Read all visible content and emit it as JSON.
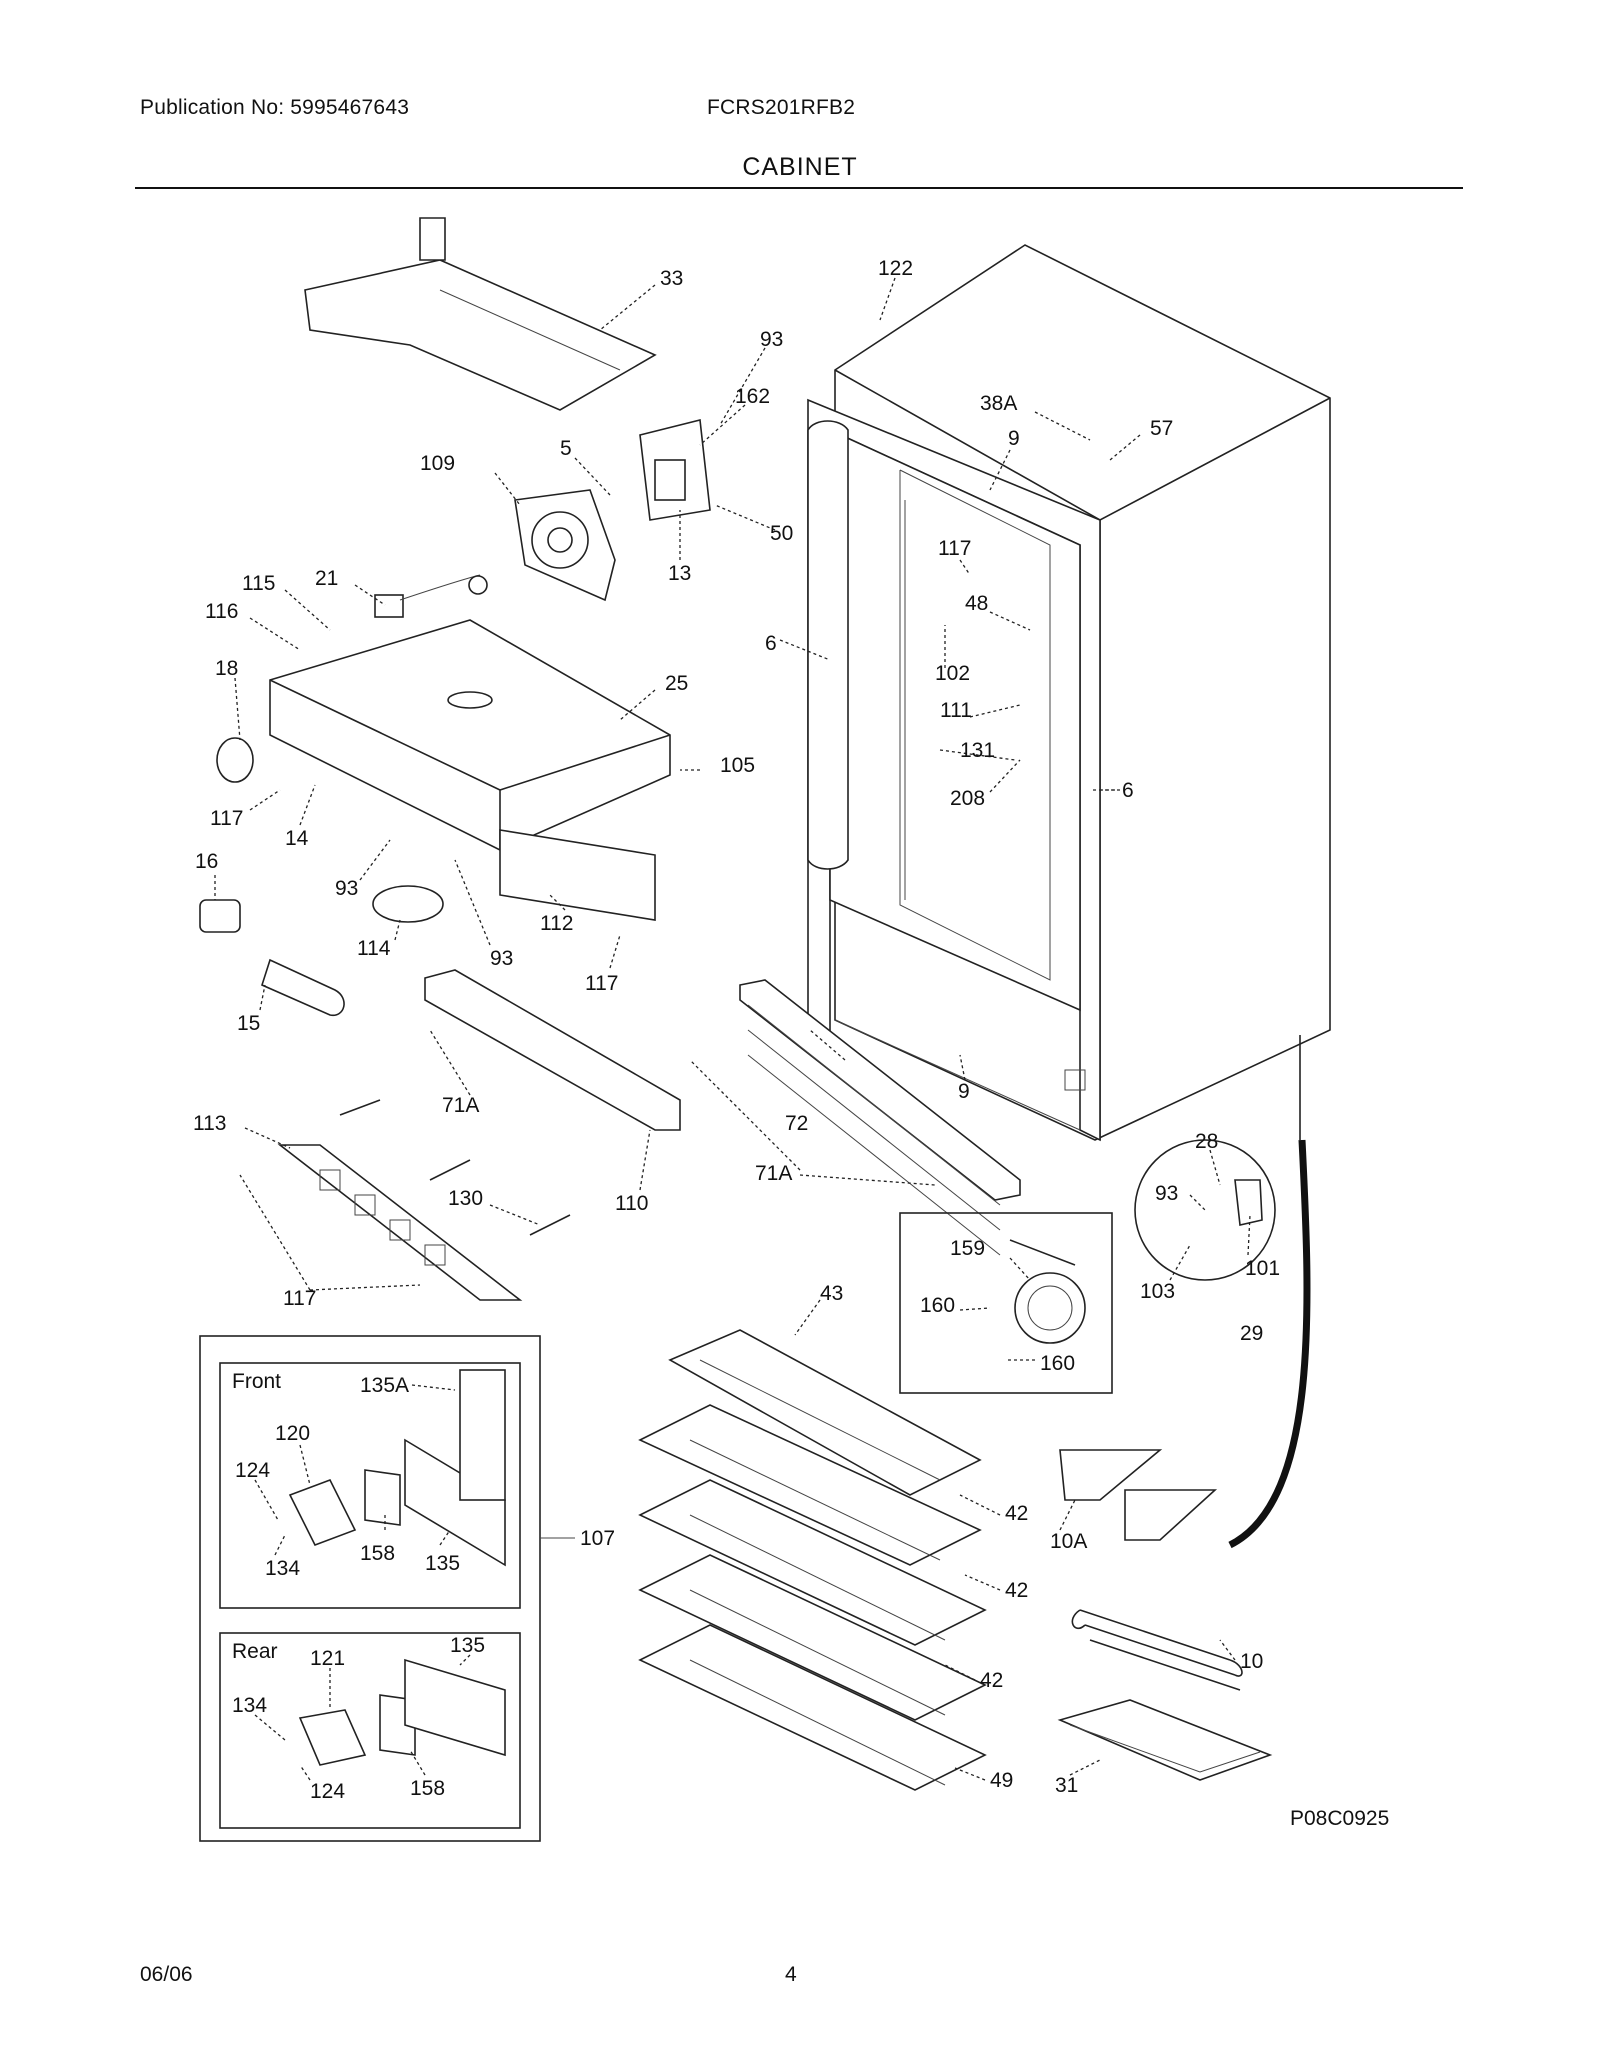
{
  "header": {
    "publication": "Publication No: 5995467643",
    "model": "FCRS201RFB2",
    "section": "CABINET"
  },
  "footer": {
    "date": "06/06",
    "page": "4"
  },
  "diagram": {
    "code": "P08C0925",
    "inset_front_label": "Front",
    "inset_rear_label": "Rear",
    "callouts": [
      "33",
      "122",
      "93",
      "162",
      "109",
      "5",
      "50",
      "13",
      "38A",
      "57",
      "9",
      "117",
      "48",
      "115",
      "21",
      "116",
      "18",
      "25",
      "6",
      "102",
      "111",
      "131",
      "105",
      "208",
      "117",
      "14",
      "16",
      "93",
      "114",
      "112",
      "93",
      "15",
      "117",
      "71A",
      "110",
      "72",
      "71A",
      "113",
      "130",
      "117",
      "9",
      "28",
      "93",
      "101",
      "103",
      "29",
      "159",
      "160",
      "160",
      "43",
      "135A",
      "120",
      "124",
      "134",
      "158",
      "135",
      "107",
      "42",
      "42",
      "42",
      "10A",
      "10",
      "135",
      "121",
      "134",
      "124",
      "158",
      "49",
      "31",
      "6"
    ]
  }
}
